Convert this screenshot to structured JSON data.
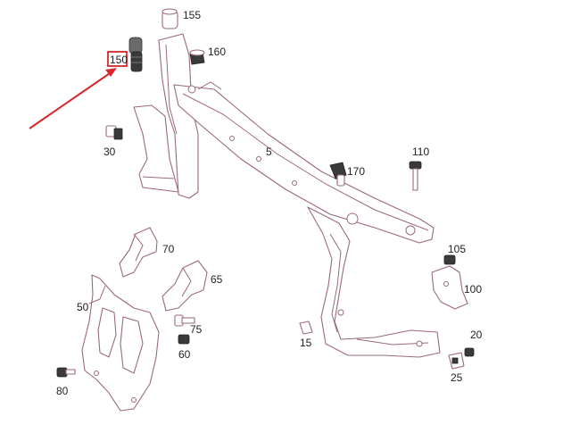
{
  "colors": {
    "outline": "#9a6a78",
    "highlight": "#d9262a",
    "label": "#222222"
  },
  "callouts": {
    "c150": "150",
    "c155": "155",
    "c160": "160",
    "c30": "30",
    "c5": "5",
    "c170": "170",
    "c110": "110",
    "c70": "70",
    "c65": "65",
    "c50": "50",
    "c75": "75",
    "c60": "60",
    "c80": "80",
    "c15": "15",
    "c105": "105",
    "c100": "100",
    "c20": "20",
    "c25": "25"
  },
  "highlighted_callout": "150"
}
